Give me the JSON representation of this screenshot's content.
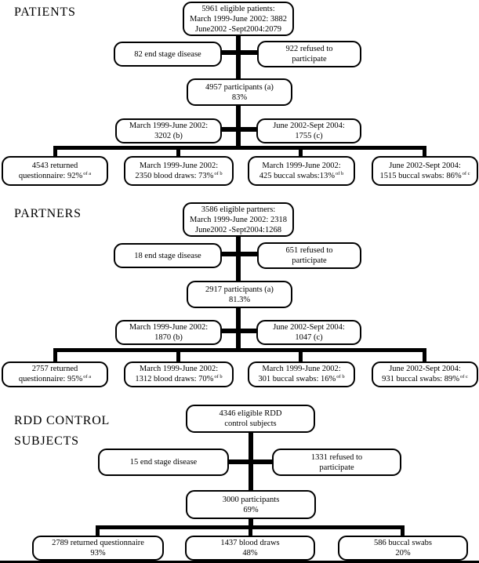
{
  "colors": {
    "line": "#000000",
    "box_border": "#000000",
    "background": "#ffffff"
  },
  "sections": [
    {
      "label": "PATIENTS",
      "eligible": [
        "5961 eligible patients:",
        "March 1999-June 2002: 3882",
        "June2002 -Sept2004:2079"
      ],
      "end_stage": [
        "82 end stage disease"
      ],
      "refused": [
        "922 refused to",
        "participate"
      ],
      "participants": [
        "4957 participants (a)",
        "83%"
      ],
      "period_early": [
        "March 1999-June 2002:",
        "3202 (b)"
      ],
      "period_late": [
        "June 2002-Sept 2004:",
        "1755 (c)"
      ],
      "outcomes": [
        {
          "line1": "4543 returned",
          "line2": "questionnaire: 92%",
          "sup": "of a"
        },
        {
          "line1": "March 1999-June 2002:",
          "line2": "2350 blood draws: 73%",
          "sup": "of b"
        },
        {
          "line1": "March 1999-June 2002:",
          "line2": "425 buccal swabs:13%",
          "sup": "of b"
        },
        {
          "line1": "June 2002-Sept 2004:",
          "line2": "1515 buccal swabs: 86%",
          "sup": "of c"
        }
      ]
    },
    {
      "label": "PARTNERS",
      "eligible": [
        "3586 eligible partners:",
        "March 1999-June 2002: 2318",
        "June2002 -Sept2004:1268"
      ],
      "end_stage": [
        "18 end stage disease"
      ],
      "refused": [
        "651 refused to",
        "participate"
      ],
      "participants": [
        "2917 participants (a)",
        "81.3%"
      ],
      "period_early": [
        "March 1999-June 2002:",
        "1870 (b)"
      ],
      "period_late": [
        "June 2002-Sept 2004:",
        "1047 (c)"
      ],
      "outcomes": [
        {
          "line1": "2757 returned",
          "line2": "questionnaire: 95%",
          "sup": "of a"
        },
        {
          "line1": "March 1999-June 2002:",
          "line2": "1312 blood draws: 70%",
          "sup": "of b"
        },
        {
          "line1": "March 1999-June 2002:",
          "line2": "301 buccal swabs: 16%",
          "sup": "of b"
        },
        {
          "line1": "June 2002-Sept 2004:",
          "line2": "931 buccal swabs: 89%",
          "sup": "of c"
        }
      ]
    },
    {
      "label_line1": "RDD CONTROL",
      "label_line2": "SUBJECTS",
      "eligible": [
        "4346 eligible RDD",
        "control subjects"
      ],
      "end_stage": [
        "15 end stage disease"
      ],
      "refused": [
        "1331 refused to",
        "participate"
      ],
      "participants": [
        "3000 participants",
        "69%"
      ],
      "outcomes": [
        {
          "line1": "2789 returned questionnaire",
          "line2": "93%"
        },
        {
          "line1": "1437 blood draws",
          "line2": "48%"
        },
        {
          "line1": "586 buccal swabs",
          "line2": "20%"
        }
      ]
    }
  ]
}
